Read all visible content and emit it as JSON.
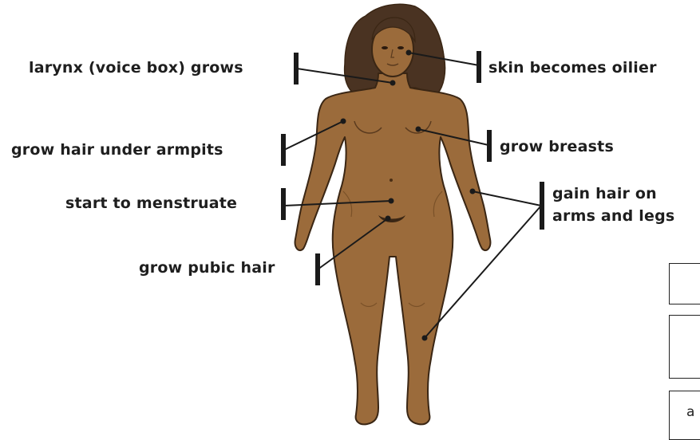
{
  "labels": {
    "larynx": "larynx (voice box) grows",
    "skin": "skin becomes oilier",
    "armpits": "grow hair under armpits",
    "breasts": "grow breasts",
    "menstruate": "start to menstruate",
    "limbs_line1": "gain hair on",
    "limbs_line2": "arms and legs",
    "pubic": "grow pubic hair"
  },
  "partial_box_text": "a",
  "colors": {
    "skin": "#9b6b3b",
    "skin_shadow": "#7a5128",
    "hair": "#4a3322",
    "outline": "#3a2614",
    "line": "#1a1a1a"
  }
}
